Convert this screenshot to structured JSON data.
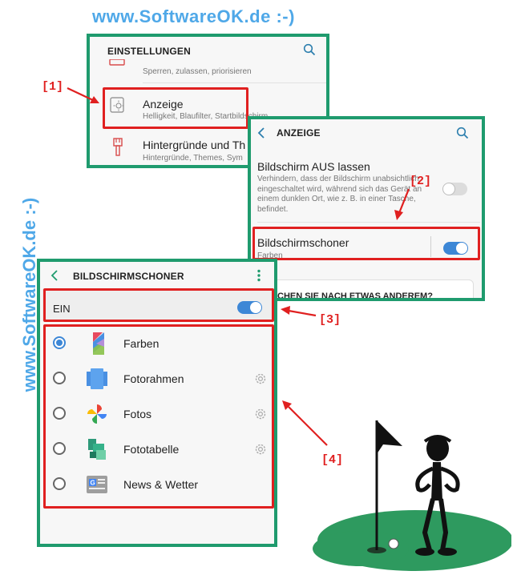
{
  "watermark": {
    "top": "www.SoftwareOK.de :-)",
    "side": "www.SoftwareOK.de :-)"
  },
  "panel_settings": {
    "header": "EINSTELLUNGEN",
    "items": [
      {
        "title": "",
        "subtitle": "Sperren, zulassen, priorisieren"
      },
      {
        "title": "Anzeige",
        "subtitle": "Helligkeit, Blaufilter, Startbildschirm"
      },
      {
        "title": "Hintergründe und Th",
        "subtitle": "Hintergründe, Themes, Sym"
      }
    ]
  },
  "panel_display": {
    "header": "ANZEIGE",
    "items": [
      {
        "title": "Bildschirm AUS lassen",
        "subtitle": "Verhindern, dass der Bildschirm unabsichtlich eingeschaltet wird, während sich das Gerät an einem dunklen Ort, wie z. B. in einer Tasche, befindet.",
        "toggle": "off"
      },
      {
        "title": "Bildschirmschoner",
        "subtitle": "Farben",
        "toggle": "on"
      }
    ],
    "footer_fragment": "CHEN SIE NACH ETWAS ANDEREM?"
  },
  "panel_screensaver": {
    "header": "BILDSCHIRMSCHONER",
    "master_label": "EIN",
    "master_toggle": "on",
    "options": [
      {
        "label": "Farben",
        "selected": true,
        "icon": "colors-icon",
        "gear": false
      },
      {
        "label": "Fotorahmen",
        "selected": false,
        "icon": "photo-frame-icon",
        "gear": true
      },
      {
        "label": "Fotos",
        "selected": false,
        "icon": "google-photos-icon",
        "gear": true
      },
      {
        "label": "Fototabelle",
        "selected": false,
        "icon": "photo-table-icon",
        "gear": true
      },
      {
        "label": "News & Wetter",
        "selected": false,
        "icon": "news-weather-icon",
        "gear": false
      }
    ]
  },
  "annotations": [
    "[1]",
    "[2]",
    "[3]",
    "[4]"
  ],
  "colors": {
    "panel_border": "#1f9b6e",
    "annotation_red": "#e02020",
    "accent_blue": "#3d87d6",
    "watermark_blue": "#4fa8e8",
    "grass_green": "#2e9a5f"
  }
}
